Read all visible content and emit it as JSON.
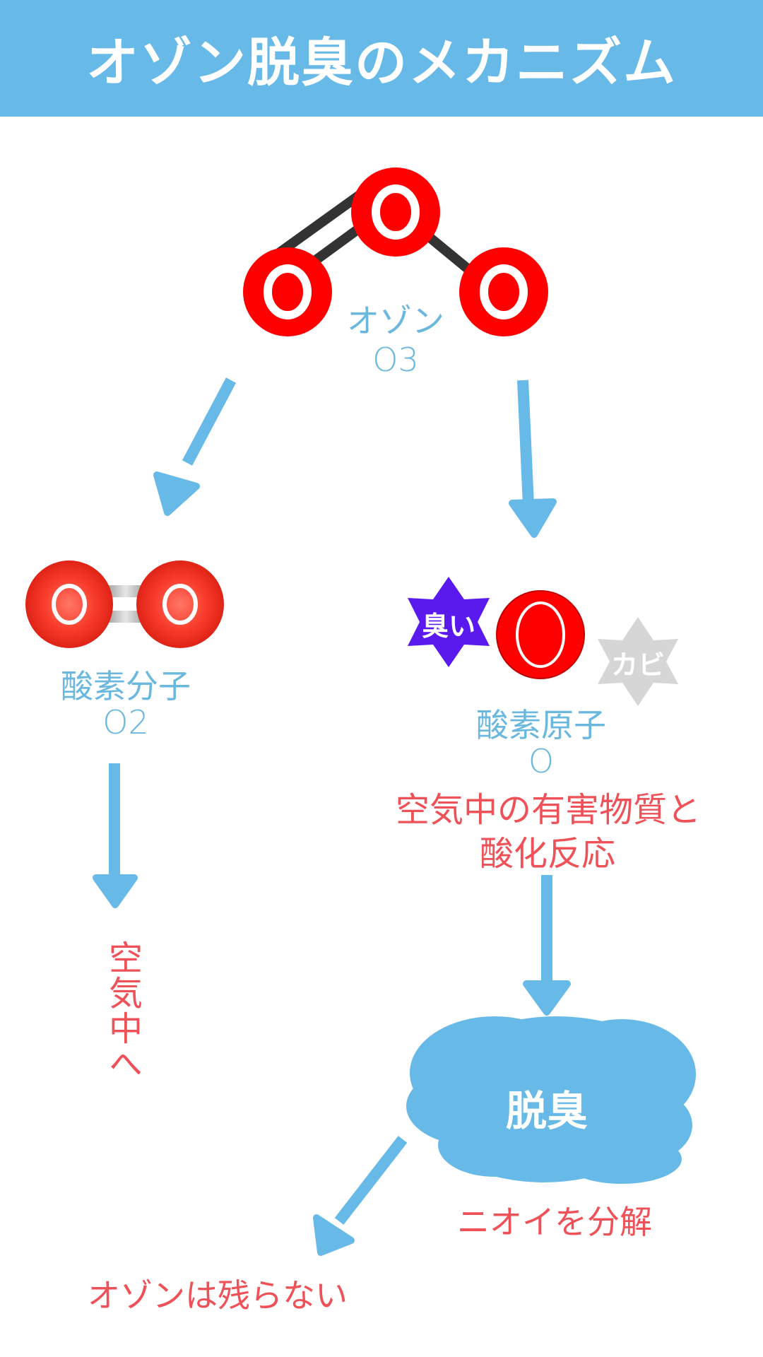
{
  "header": {
    "title": "オゾン脱臭のメカニズム"
  },
  "colors": {
    "header_bg": "#67B9E8",
    "arrow": "#67B9E8",
    "atom_red": "#FF0000",
    "bond_dark": "#333333",
    "label_blue": "#6BB8DF",
    "label_red": "#EE5157",
    "odor_badge": "#5A1AEE",
    "mold_badge": "#D6D6D6",
    "cloud": "#67B9E8"
  },
  "ozone": {
    "atom_symbol": "O",
    "name": "オゾン",
    "formula": "O3"
  },
  "oxygen_molecule": {
    "atom_symbol": "O",
    "name": "酸素分子",
    "formula": "O2",
    "result": "空気中へ"
  },
  "oxygen_atom": {
    "atom_symbol": "O",
    "name": "酸素原子",
    "formula": "O",
    "reaction_line1": "空気中の有害物質と",
    "reaction_line2": "酸化反応",
    "odor_badge": "臭い",
    "mold_badge": "カビ"
  },
  "deodorize": {
    "cloud_label": "脱臭",
    "caption": "ニオイを分解"
  },
  "conclusion": "オゾンは残らない"
}
